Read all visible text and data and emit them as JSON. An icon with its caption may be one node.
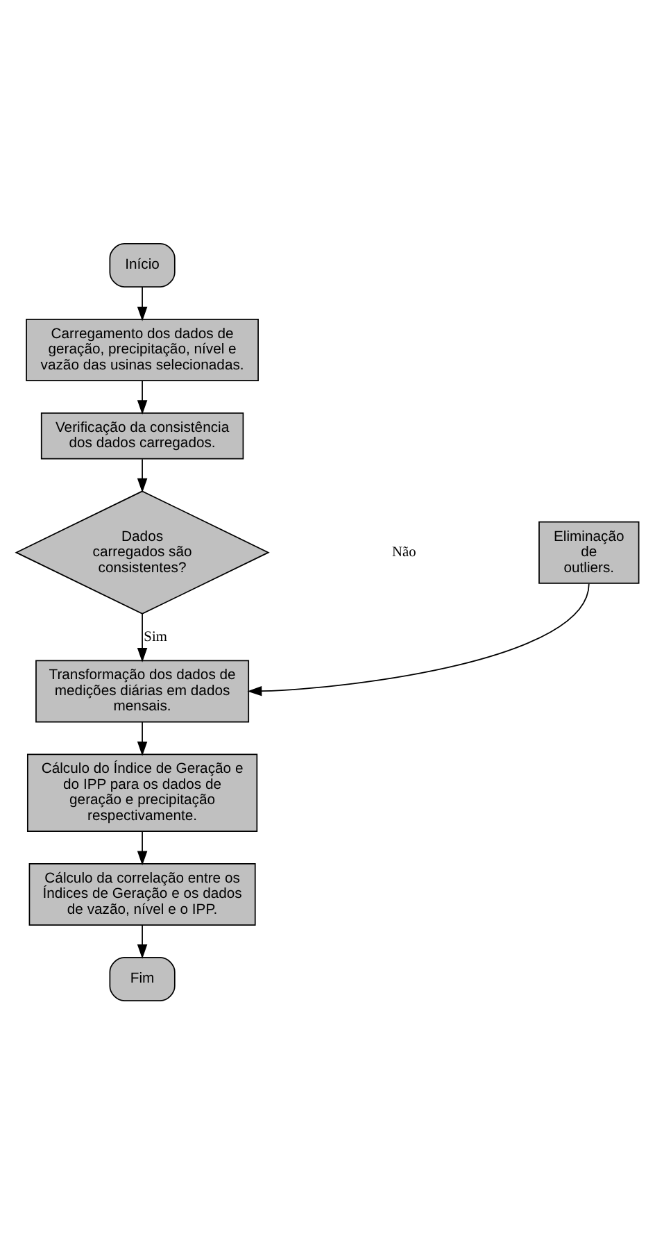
{
  "diagram": {
    "nodes": [
      {
        "text": [
          "Início"
        ]
      },
      {
        "text": [
          "Carregamento dos dados de geração, precipitação, nível e vazão das usinas selecionadas."
        ]
      },
      {
        "text": [
          "Verificação da consistência dos dados carregados."
        ]
      },
      {
        "text": [
          "Dados carregados são consistentes?"
        ]
      },
      {
        "text": [
          "Eliminação de outliers."
        ]
      },
      {
        "text": [
          "Transformação dos dados de medições diárias em dados mensais."
        ]
      },
      {
        "text": [
          "Cálculo do Índice de Geração e do IPP para os dados de geração e precipitação respectivamente."
        ]
      },
      {
        "text": [
          "Cálculo da correlação entre os Índices de Geração e os dados de vazão, nível e o IPP."
        ]
      },
      {
        "text": [
          "Fim"
        ]
      }
    ],
    "edges": [
      {
        "from": 0,
        "to": 1,
        "arrow": "to"
      },
      {
        "from": 1,
        "to": 2,
        "arrow": "to"
      },
      {
        "from": 2,
        "to": 3,
        "arrow": "to"
      },
      {
        "from": 3,
        "to": 5,
        "arrow": "to",
        "label": "Sim"
      },
      {
        "from": 4,
        "to": 5,
        "arrow": "to"
      },
      {
        "from": 5,
        "to": 6,
        "arrow": "to"
      },
      {
        "from": 6,
        "to": 7,
        "arrow": "to"
      },
      {
        "from": 7,
        "to": 8,
        "arrow": "to"
      }
    ],
    "labels": [
      "Não"
    ]
  }
}
